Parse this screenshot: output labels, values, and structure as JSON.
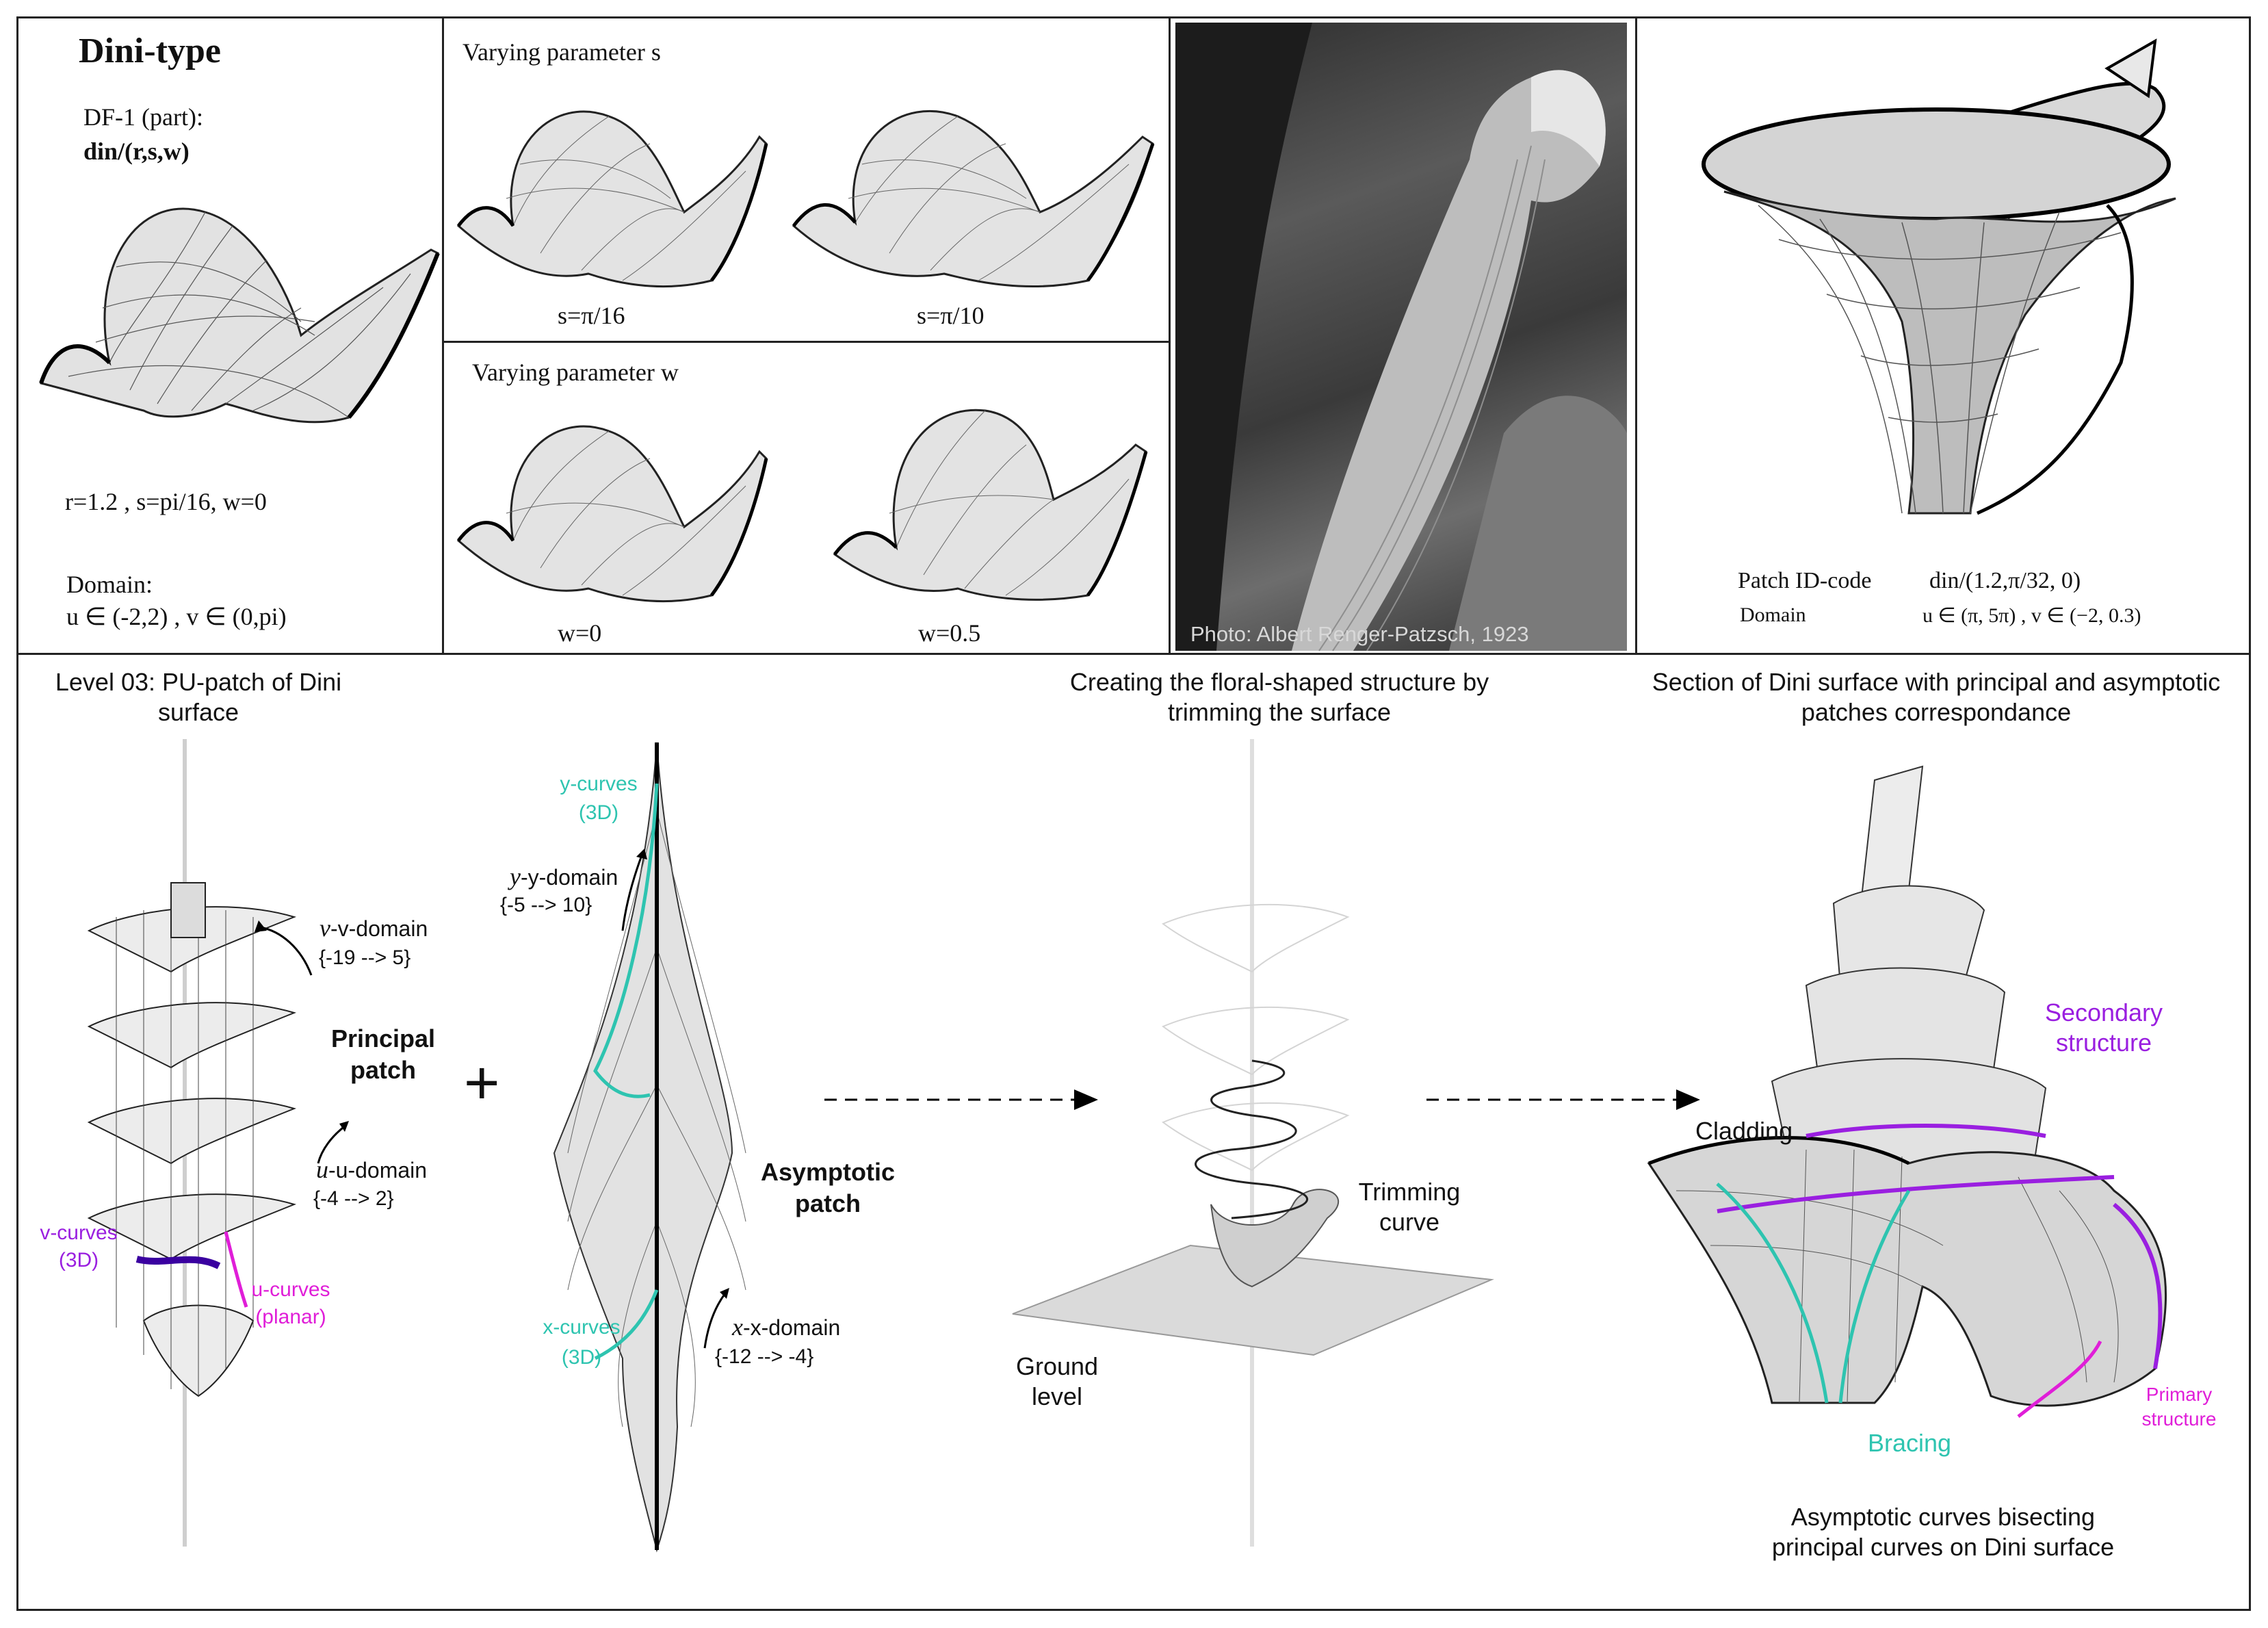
{
  "dini": {
    "title": "Dini-type",
    "df_label": "DF-1 (part):",
    "formula": "din/(r,s,w)",
    "params": "r=1.2 , s=pi/16, w=0",
    "domain_label": "Domain:",
    "domain_value": "u ∈ (-2,2)  ,  v ∈ (0,pi)"
  },
  "vary_s": {
    "title": "Varying parameter s",
    "left_caption": "s=π/16",
    "right_caption": "s=π/10"
  },
  "vary_w": {
    "title": "Varying parameter w",
    "left_caption": "w=0",
    "right_caption": "w=0.5"
  },
  "photo": {
    "credit": "Photo: Albert Renger-Patzsch, 1923"
  },
  "patch": {
    "id_label": "Patch ID-code",
    "id_value": "din/(1.2,π/32, 0)",
    "domain_label": "Domain",
    "domain_value": "u ∈ (π, 5π) ,  v ∈ (−2, 0.3)"
  },
  "bottom": {
    "level_title": "Level 03: PU-patch of Dini surface",
    "v_domain_label": "v-domain",
    "v_domain_range": "{-19  -->  5}",
    "principal_label": "Principal patch",
    "u_domain_label": "u-domain",
    "u_domain_range": "{-4  -->  2}",
    "v_curves": "v-curves (3D)",
    "u_curves": "u-curves (planar)",
    "plus": "+",
    "y_curves": "y-curves (3D)",
    "y_domain_label": "y-domain",
    "y_domain_range": "{-5  -->  10}",
    "asymptotic_label": "Asymptotic patch",
    "x_curves": "x-curves (3D)",
    "x_domain_label": "x-domain",
    "x_domain_range": "{-12  -->  -4}",
    "trim_title": "Creating the floral-shaped structure by trimming the surface",
    "trimming_curve": "Trimming curve",
    "ground_level": "Ground level",
    "section_title": "Section of Dini surface with principal and asymptotic patches correspondance",
    "secondary": "Secondary structure",
    "cladding": "Cladding",
    "bracing": "Bracing",
    "primary": "Primary structure",
    "bisect_caption": "Asymptotic curves bisecting principal curves on Dini surface"
  },
  "colors": {
    "teal": "#2ec4b0",
    "purple": "#9a1fe0",
    "magenta": "#e01ed8"
  }
}
